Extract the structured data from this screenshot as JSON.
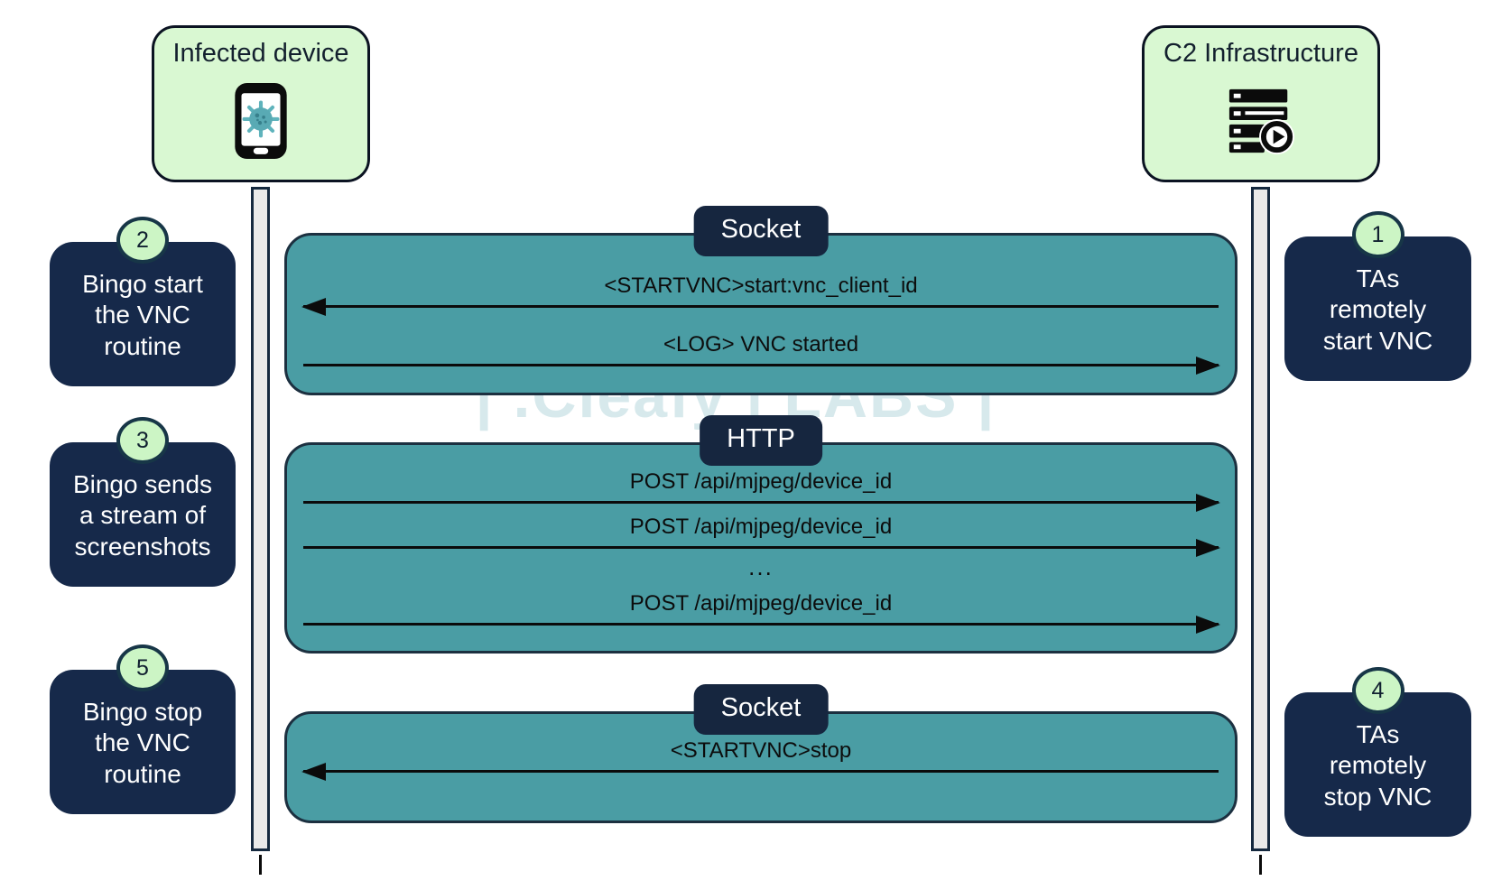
{
  "colors": {
    "teal": "#4A9DA4",
    "navy": "#16294A",
    "actor_green": "#D9F8D2",
    "badge_green": "#CCF5C5"
  },
  "watermark": {
    "text": "| .Cleafy | LABS |"
  },
  "actors": {
    "infected_device": {
      "label": "Infected device"
    },
    "c2_infrastructure": {
      "label": "C2 Infrastructure"
    }
  },
  "steps": {
    "left": [
      {
        "number": "2",
        "text": "Bingo start\nthe VNC\nroutine"
      },
      {
        "number": "3",
        "text": "Bingo sends\na stream of\nscreenshots"
      },
      {
        "number": "5",
        "text": "Bingo stop\nthe VNC\nroutine"
      }
    ],
    "right": [
      {
        "number": "1",
        "text": "TAs\nremotely\nstart VNC"
      },
      {
        "number": "4",
        "text": "TAs\nremotely\nstop VNC"
      }
    ]
  },
  "sections": [
    {
      "protocol": "Socket",
      "messages": [
        {
          "text": "<STARTVNC>start:vnc_client_id",
          "direction": "to-device"
        },
        {
          "text": "<LOG> VNC started",
          "direction": "to-c2"
        }
      ]
    },
    {
      "protocol": "HTTP",
      "messages": [
        {
          "text": "POST /api/mjpeg/device_id",
          "direction": "to-c2"
        },
        {
          "text": "POST /api/mjpeg/device_id",
          "direction": "to-c2"
        },
        {
          "text": "...",
          "direction": "none"
        },
        {
          "text": "POST /api/mjpeg/device_id",
          "direction": "to-c2"
        }
      ]
    },
    {
      "protocol": "Socket",
      "messages": [
        {
          "text": "<STARTVNC>stop",
          "direction": "to-device"
        }
      ]
    }
  ]
}
